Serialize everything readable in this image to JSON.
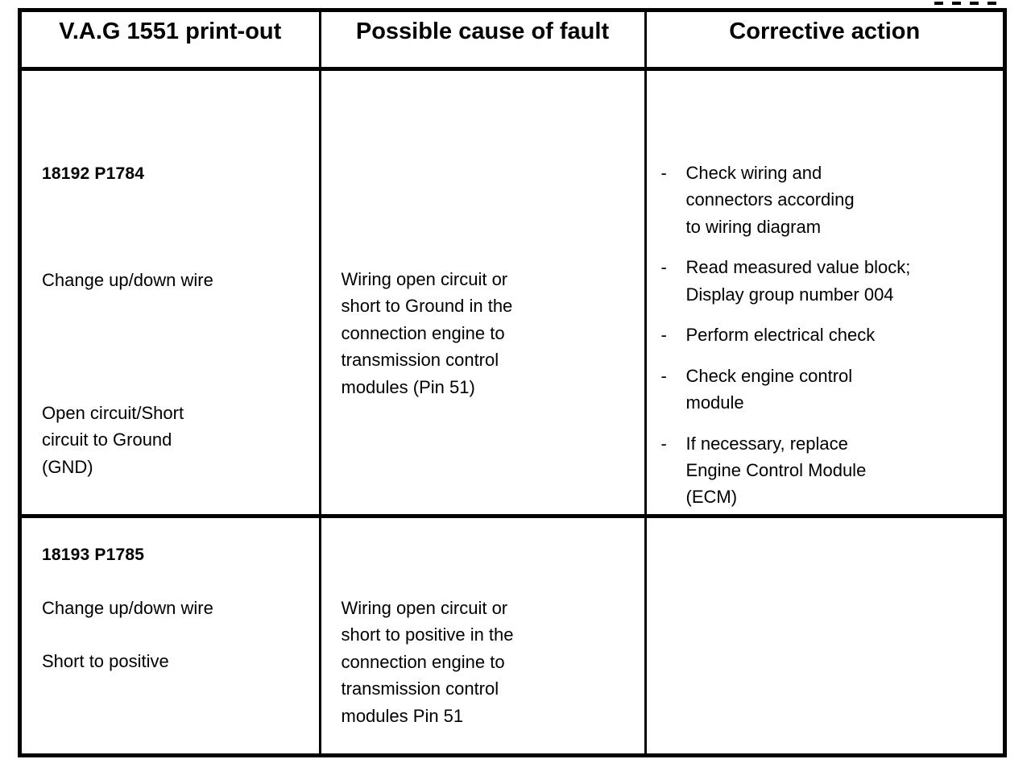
{
  "document": {
    "title": "V.A.G 1551 fault code table",
    "top_rule_artifact": "dashed-rule"
  },
  "table": {
    "headers": [
      "V.A.G 1551 print-out",
      "Possible cause of fault",
      "Corrective action"
    ],
    "rows": [
      {
        "printout": {
          "code": "18192 P1784",
          "description": "Change up/down wire",
          "detail": "Open circuit/Short\ncircuit to Ground\n(GND)"
        },
        "cause": "Wiring open circuit or\nshort to Ground in the\nconnection engine to\ntransmission control\nmodules (Pin 51)",
        "actions": [
          "Check wiring and\nconnectors according\nto wiring diagram",
          "Read measured value block;\nDisplay group number 004",
          "Perform electrical check",
          "Check engine control\nmodule",
          "If necessary, replace\nEngine Control Module\n(ECM)"
        ],
        "bullet_marker": "-"
      },
      {
        "printout": {
          "code": "18193 P1785",
          "description": "Change up/down wire",
          "detail": "Short to positive"
        },
        "cause": "Wiring open circuit or\nshort to positive in the\nconnection engine to\ntransmission control\nmodules Pin 51",
        "actions": [],
        "bullet_marker": "-"
      }
    ]
  },
  "colors": {
    "ink": "#000000",
    "paper": "#ffffff"
  }
}
